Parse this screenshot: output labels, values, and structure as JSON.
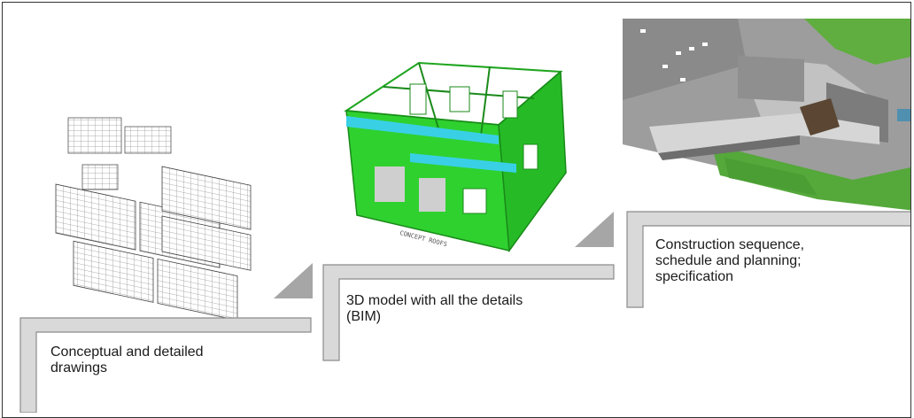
{
  "steps": [
    {
      "caption": "Conceptual and detailed\ndrawings"
    },
    {
      "caption": "3D model with all the details\n(BIM)"
    },
    {
      "caption": "Construction sequence,\nschedule and planning;\nspecification"
    }
  ],
  "images": [
    {
      "name": "technical-drawings-image"
    },
    {
      "name": "bim-3d-model-image",
      "label": "CONCEPT ROOFS"
    },
    {
      "name": "aerial-building-rendering-image"
    }
  ],
  "colors": {
    "step_fill": "#d9d9d9",
    "step_edge": "#8c8c8c",
    "arrow": "#a6a6a6",
    "bim_green": "#2fd12f",
    "bim_cyan": "#39d0e6",
    "frame_border": "#333333"
  }
}
